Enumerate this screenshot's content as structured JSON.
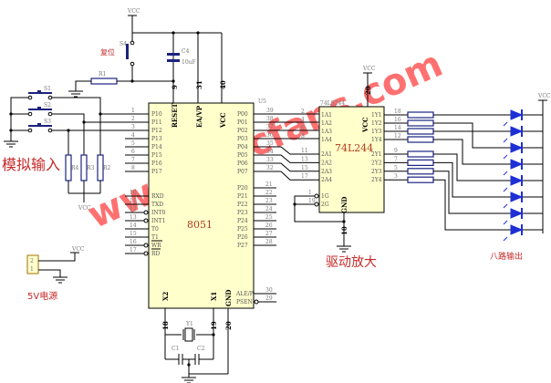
{
  "watermark": "www.elecfans.com",
  "mcu": {
    "part": "8051",
    "ref": "U5",
    "top_pins": [
      {
        "num": "9",
        "label": "RESET"
      },
      {
        "num": "31",
        "label": "EA/VP"
      },
      {
        "num": "40",
        "label": "VCC"
      }
    ],
    "left_pins_p1": [
      {
        "num": "1",
        "label": "P10"
      },
      {
        "num": "2",
        "label": "P11"
      },
      {
        "num": "3",
        "label": "P12"
      },
      {
        "num": "4",
        "label": "P13"
      },
      {
        "num": "5",
        "label": "P14"
      },
      {
        "num": "6",
        "label": "P15"
      },
      {
        "num": "7",
        "label": "P16"
      },
      {
        "num": "8",
        "label": "P17"
      }
    ],
    "left_pins_p3": [
      {
        "num": "10",
        "label": "RXD"
      },
      {
        "num": "11",
        "label": "TXD"
      },
      {
        "num": "12",
        "label": "INT0"
      },
      {
        "num": "13",
        "label": "INT1"
      },
      {
        "num": "14",
        "label": "T0"
      },
      {
        "num": "15",
        "label": "T1"
      },
      {
        "num": "16",
        "label": "WR"
      },
      {
        "num": "17",
        "label": "RD"
      }
    ],
    "right_pins_p0": [
      {
        "num": "39",
        "label": "P00"
      },
      {
        "num": "38",
        "label": "P01"
      },
      {
        "num": "37",
        "label": "P02"
      },
      {
        "num": "36",
        "label": "P03"
      },
      {
        "num": "35",
        "label": "P04"
      },
      {
        "num": "34",
        "label": "P05"
      },
      {
        "num": "33",
        "label": "P06"
      },
      {
        "num": "32",
        "label": "P07"
      }
    ],
    "right_pins_p2": [
      {
        "num": "21",
        "label": "P20"
      },
      {
        "num": "22",
        "label": "P21"
      },
      {
        "num": "23",
        "label": "P22"
      },
      {
        "num": "24",
        "label": "P23"
      },
      {
        "num": "25",
        "label": "P24"
      },
      {
        "num": "26",
        "label": "P25"
      },
      {
        "num": "27",
        "label": "P26"
      },
      {
        "num": "28",
        "label": "P27"
      }
    ],
    "ctrl_pins": [
      {
        "num": "30",
        "label": "ALE/P"
      },
      {
        "num": "29",
        "label": "PSEN"
      }
    ],
    "bottom_pins": [
      {
        "num": "18",
        "label": "X2"
      },
      {
        "num": "19",
        "label": "X1"
      },
      {
        "num": "20",
        "label": "GND"
      }
    ]
  },
  "reset": {
    "vcc": "VCC",
    "switch": "S4",
    "switch_label": "复位",
    "resistor": "R1",
    "cap": "C4",
    "cap_value": "10uF"
  },
  "inputs": {
    "title": "模拟输入",
    "switches": [
      "S1",
      "S2",
      "S3"
    ],
    "resistors": [
      "R4",
      "R3",
      "R2"
    ],
    "vcc": "VCC"
  },
  "crystal": {
    "ref": "Y1",
    "caps": [
      "C1",
      "C2"
    ]
  },
  "buffer": {
    "part": "74LS244",
    "center_label": "74L244",
    "vcc": "VCC",
    "vcc_pin": "20",
    "gnd_label": "GND",
    "gnd_pin": "10",
    "a_pins": [
      {
        "num": "2",
        "label": "1A1"
      },
      {
        "num": "4",
        "label": "1A2"
      },
      {
        "num": "6",
        "label": "1A3"
      },
      {
        "num": "8",
        "label": "1A4"
      },
      {
        "num": "11",
        "label": "2A1"
      },
      {
        "num": "13",
        "label": "2A2"
      },
      {
        "num": "15",
        "label": "2A3"
      },
      {
        "num": "17",
        "label": "2A4"
      }
    ],
    "y_pins": [
      {
        "num": "18",
        "label": "1Y1"
      },
      {
        "num": "16",
        "label": "1Y2"
      },
      {
        "num": "14",
        "label": "1Y3"
      },
      {
        "num": "12",
        "label": "1Y4"
      },
      {
        "num": "9",
        "label": "2Y1"
      },
      {
        "num": "7",
        "label": "2Y2"
      },
      {
        "num": "5",
        "label": "2Y3"
      },
      {
        "num": "3",
        "label": "2Y4"
      }
    ],
    "g_pins": [
      {
        "num": "1",
        "label": "1G"
      },
      {
        "num": "19",
        "label": "2G"
      }
    ],
    "caption": "驱动放大"
  },
  "outputs": {
    "caption": "八路输出",
    "vcc": "VCC"
  },
  "power": {
    "caption": "5V电源",
    "pins": [
      "2",
      "1"
    ],
    "vcc": "VCC"
  },
  "colors": {
    "chip": "#ffffcc",
    "caption": "#c62828",
    "led": "#1e2fd6",
    "watermark": "#ff4a4a"
  }
}
